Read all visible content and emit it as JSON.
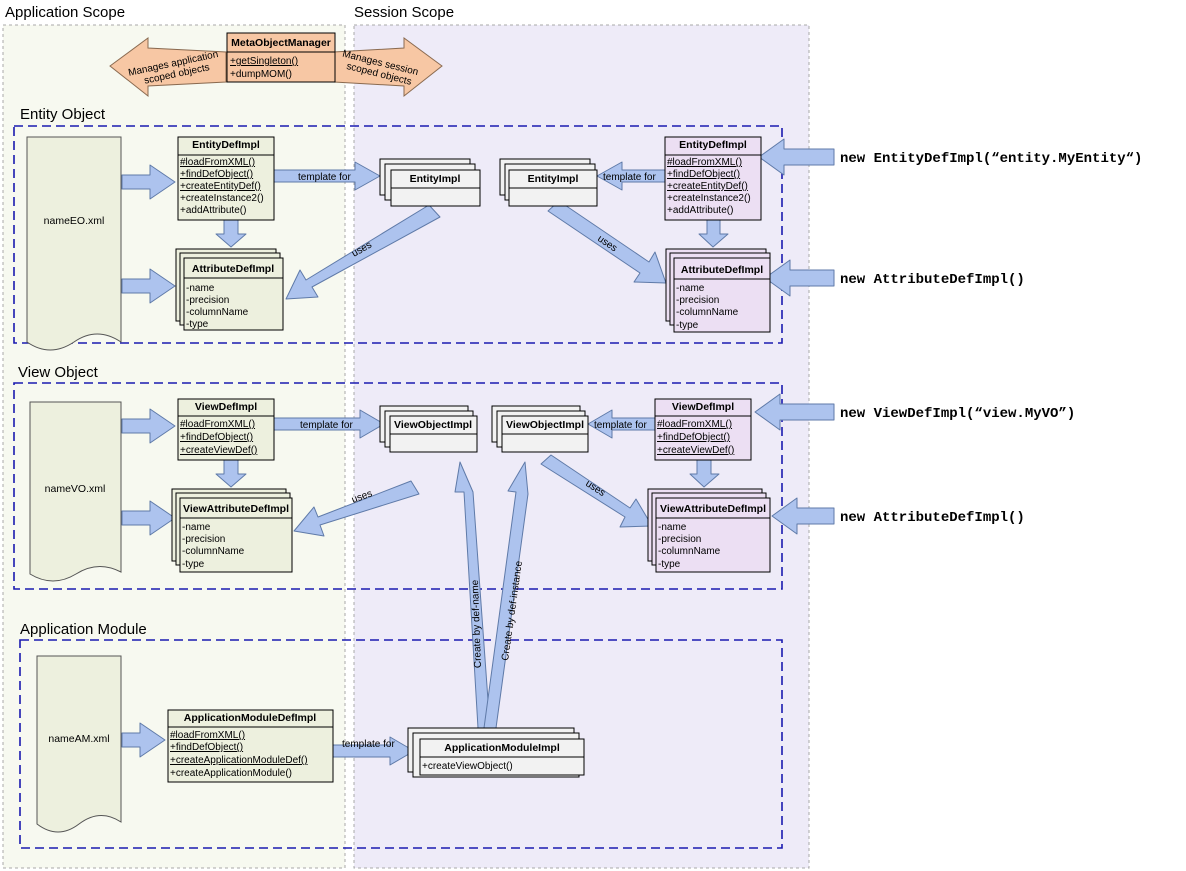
{
  "scopes": {
    "application": "Application Scope",
    "session": "Session Scope"
  },
  "mom": {
    "name": "MetaObjectManager",
    "ops": [
      "+getSingleton()",
      "+dumpMOM()"
    ],
    "left_arrow": [
      "Manages application",
      "scoped objects"
    ],
    "right_arrow": [
      "Manages session",
      "scoped objects"
    ]
  },
  "sections": {
    "entity": "Entity Object",
    "view": "View Object",
    "am": "Application Module"
  },
  "files": {
    "eo": "nameEO.xml",
    "vo": "nameVO.xml",
    "am": "nameAM.xml"
  },
  "entity_def": {
    "name": "EntityDefImpl",
    "ops": [
      "#loadFromXML()",
      "+findDefObject()",
      "+createEntityDef()",
      "+createInstance2()",
      "+addAttribute()"
    ]
  },
  "attr_def": {
    "name": "AttributeDefImpl",
    "fields": [
      "-name",
      "-precision",
      "-columnName",
      "-type"
    ]
  },
  "entity_impl": {
    "name": "EntityImpl"
  },
  "view_def": {
    "name": "ViewDefImpl",
    "ops": [
      "#loadFromXML()",
      "+findDefObject()",
      "+createViewDef()"
    ]
  },
  "view_attr_def": {
    "name": "ViewAttributeDefImpl",
    "fields": [
      "-name",
      "-precision",
      "-columnName",
      "-type"
    ]
  },
  "view_obj_impl": {
    "name": "ViewObjectImpl"
  },
  "am_def": {
    "name": "ApplicationModuleDefImpl",
    "ops": [
      "#loadFromXML()",
      "+findDefObject()",
      "+createApplicationModuleDef()",
      "+createApplicationModule()"
    ]
  },
  "am_impl": {
    "name": "ApplicationModuleImpl",
    "ops": [
      "+createViewObject()"
    ]
  },
  "labels": {
    "template_for": "template for",
    "uses": "uses",
    "create_by_def_name": "Create by def-name",
    "create_by_def_instance": "Create by def-instance"
  },
  "code": {
    "new_entity": "new EntityDefImpl(“entity.MyEntity“)",
    "new_attr_1": "new AttributeDefImpl()",
    "new_view": "new ViewDefImpl(“view.MyVO”)",
    "new_attr_2": "new AttributeDefImpl()"
  },
  "colors": {
    "app_scope_bg": "#f7f9f0",
    "session_scope_bg": "#eeebf8",
    "green_class": "#edf0de",
    "purple_class": "#ecdff3",
    "gray_class": "#f2f2f2",
    "arrow_fill": "#adc3ee",
    "arrow_stroke": "#5f7aa8",
    "orange": "#f7c7a4",
    "dash": "#1a1ab0"
  }
}
